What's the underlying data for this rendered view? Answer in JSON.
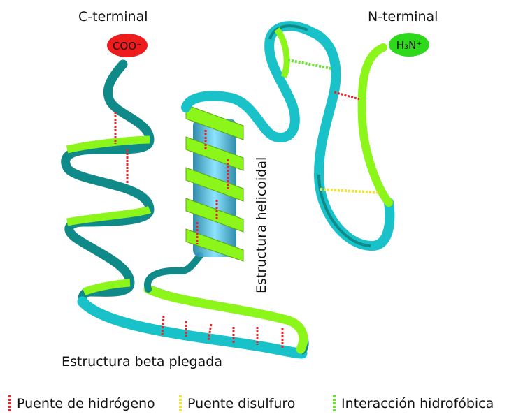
{
  "labels": {
    "c_terminal": "C-terminal",
    "n_terminal": "N-terminal",
    "coo": "COO⁻",
    "h3n": "H₃N⁺",
    "helix": "Estructura helicoidal",
    "beta": "Estructura beta plegada"
  },
  "legend": [
    {
      "name": "hydrogen",
      "label": "Puente de hidrógeno",
      "color": "#e8242a"
    },
    {
      "name": "disulfide",
      "label": "Puente disulfuro",
      "color": "#f2e23a"
    },
    {
      "name": "hydrophobic",
      "label": "Interacción hidrofóbica",
      "color": "#6fe03a"
    }
  ],
  "colors": {
    "ribbon_teal": "#19c2c8",
    "ribbon_dark": "#0f8a88",
    "ribbon_green": "#8cf51a",
    "coo_fill": "#ee1c1c",
    "h3n_fill": "#2ed81a"
  }
}
